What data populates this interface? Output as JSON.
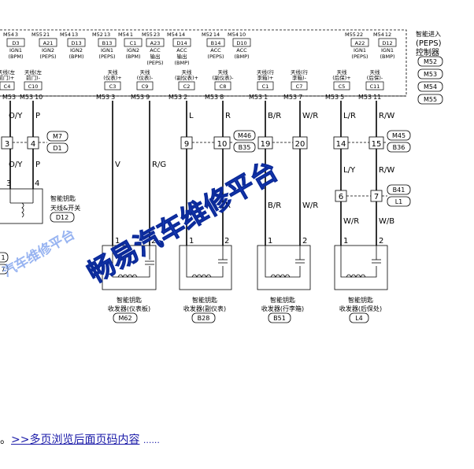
{
  "module": {
    "title_lines": [
      "智能进入",
      "(PEPS)",
      "控制器"
    ],
    "connectors": [
      "M52",
      "M53",
      "M54",
      "M55"
    ]
  },
  "top_pins": [
    {
      "conn": "M54",
      "num": "3",
      "pin": "D3",
      "desc": [
        "IGN1",
        "(BPM)"
      ]
    },
    {
      "conn": "M55",
      "num": "21",
      "pin": "A21",
      "desc": [
        "IGN2",
        "(PEPS)"
      ]
    },
    {
      "conn": "M54",
      "num": "13",
      "pin": "D13",
      "desc": [
        "IGN2",
        "(BPM)"
      ]
    },
    {
      "conn": "M52",
      "num": "13",
      "pin": "B13",
      "desc": [
        "IGN1",
        "(PEPS)"
      ]
    },
    {
      "conn": "M54",
      "num": "1",
      "pin": "C1",
      "desc": [
        "IGN2",
        "(BPM)"
      ]
    },
    {
      "conn": "M55",
      "num": "23",
      "pin": "A23",
      "desc": [
        "ACC",
        "输出",
        "(PEPS)"
      ]
    },
    {
      "conn": "M54",
      "num": "14",
      "pin": "D14",
      "desc": [
        "ACC",
        "输出",
        "(BMP)"
      ]
    },
    {
      "conn": "M52",
      "num": "14",
      "pin": "B14",
      "desc": [
        "ACC",
        "(PEPS)"
      ]
    },
    {
      "conn": "M54",
      "num": "10",
      "pin": "D10",
      "desc": [
        "ACC",
        "(BMP)"
      ]
    },
    {
      "conn": "M55",
      "num": "22",
      "pin": "A22",
      "desc": [
        "IGN1",
        "(PEPS)"
      ]
    },
    {
      "conn": "M54",
      "num": "12",
      "pin": "D12",
      "desc": [
        "IGN1",
        "(BMP)"
      ]
    }
  ],
  "antenna_pins": [
    {
      "desc": [
        "天线(左",
        "前门)+"
      ],
      "pin": "C4",
      "conn": "M53",
      "num": "10"
    },
    {
      "desc": [
        "天线(左",
        "前门)-"
      ],
      "pin": "C10",
      "conn": "M53",
      "num": ""
    },
    {
      "desc": [
        "天线",
        "(仪表)+"
      ],
      "pin": "C3",
      "conn": "M53",
      "num": "3"
    },
    {
      "desc": [
        "天线",
        "(仪表)-"
      ],
      "pin": "C9",
      "conn": "M53",
      "num": "9"
    },
    {
      "desc": [
        "天线",
        "(副仪表)+"
      ],
      "pin": "C2",
      "conn": "M53",
      "num": "2"
    },
    {
      "desc": [
        "天线",
        "(副仪表)-"
      ],
      "pin": "C8",
      "conn": "M53",
      "num": "8"
    },
    {
      "desc": [
        "天线(行",
        "李箱)+"
      ],
      "pin": "C1",
      "conn": "M53",
      "num": "1"
    },
    {
      "desc": [
        "天线(行",
        "李箱)-"
      ],
      "pin": "C7",
      "conn": "M53",
      "num": "7"
    },
    {
      "desc": [
        "天线",
        "(后保)+"
      ],
      "pin": "C5",
      "conn": "M53",
      "num": "5"
    },
    {
      "desc": [
        "天线",
        "(后保)-"
      ],
      "pin": "C11",
      "conn": "M53",
      "num": "11"
    }
  ],
  "wires": {
    "left_a": "O/Y",
    "left_b": "P",
    "left_a2": "O/Y",
    "left_b2": "P",
    "c3": "V",
    "c9": "R/G",
    "c2": "L",
    "c8": "R",
    "c2b": "L",
    "c8b": "R",
    "c1": "B/R",
    "c7": "W/R",
    "c1b": "B/R",
    "c7b": "W/R",
    "c5": "L/R",
    "c11": "R/W",
    "c5b": "L/Y",
    "c11b": "R/W",
    "c5c": "W/R",
    "c11c": "W/B"
  },
  "splices": {
    "left_conn_a": "3",
    "left_conn_b": "4",
    "left_tags": [
      "M7",
      "D1"
    ],
    "c2_a": "9",
    "c2_b": "10",
    "c2_tags": [
      "M46",
      "B35"
    ],
    "c1_a": "19",
    "c1_b": "20",
    "c5_a": "14",
    "c5_b": "15",
    "c5_tags": [
      "M45",
      "B36"
    ],
    "c5_c": "6",
    "c5_d": "7",
    "c5_tags2": [
      "B41",
      "L1"
    ]
  },
  "left_bottom_pins": [
    "3",
    "4"
  ],
  "left_device": {
    "label": [
      "智能钥匙",
      "天线&开关"
    ],
    "code": "D12"
  },
  "left_cut_tags": [
    "1",
    "7"
  ],
  "receivers": [
    {
      "pins": [
        "1",
        "2"
      ],
      "label": [
        "智能钥匙",
        "收发器(仪表板)"
      ],
      "code": "M62"
    },
    {
      "pins": [
        "1",
        "2"
      ],
      "label": [
        "智能钥匙",
        "收发器(副仪表)"
      ],
      "code": "B28"
    },
    {
      "pins": [
        "1",
        "2"
      ],
      "label": [
        "智能钥匙",
        "收发器(行李箱)"
      ],
      "code": "B51"
    },
    {
      "pins": [
        "1",
        "2"
      ],
      "label": [
        "智能钥匙",
        "收发器(后保处)"
      ],
      "code": "L4"
    }
  ],
  "watermark": {
    "text": "畅易汽车维修平台",
    "text_small": "汽车维修平台"
  },
  "footer": {
    "prefix": "。",
    "link": ">>多页浏览后面页码内容",
    "suffix": "......"
  }
}
